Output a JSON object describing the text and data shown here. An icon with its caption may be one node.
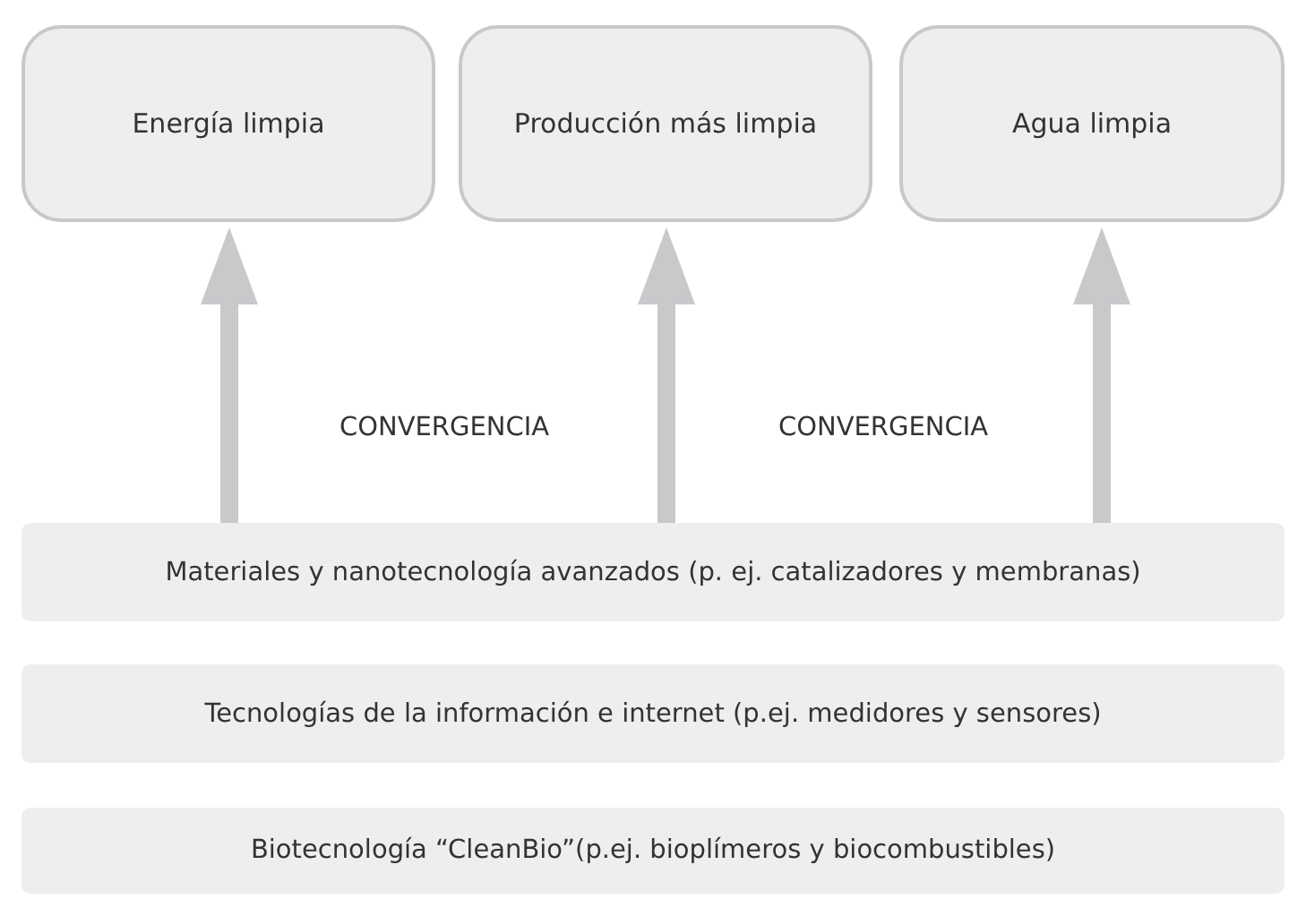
{
  "diagram": {
    "nodes": [
      {
        "text": [
          "Energía limpia"
        ]
      },
      {
        "text": [
          "Producción más limpia"
        ]
      },
      {
        "text": [
          "Agua limpia"
        ]
      },
      {
        "text": [
          "Materiales y nanotecnología avanzados (p. ej. catalizadores y membranas)"
        ]
      },
      {
        "text": [
          "Tecnologías de la información e internet (p.ej. medidores y sensores)"
        ]
      },
      {
        "text": [
          "Biotecnología “CleanBio”(p.ej. bioplímeros y biocombustibles)"
        ]
      }
    ],
    "edges": [
      {
        "from": 3,
        "to": 0,
        "arrow": "to"
      },
      {
        "from": 3,
        "to": 1,
        "arrow": "to"
      },
      {
        "from": 3,
        "to": 2,
        "arrow": "to"
      }
    ],
    "labels": [
      "CONVERGENCIA",
      "CONVERGENCIA"
    ]
  }
}
